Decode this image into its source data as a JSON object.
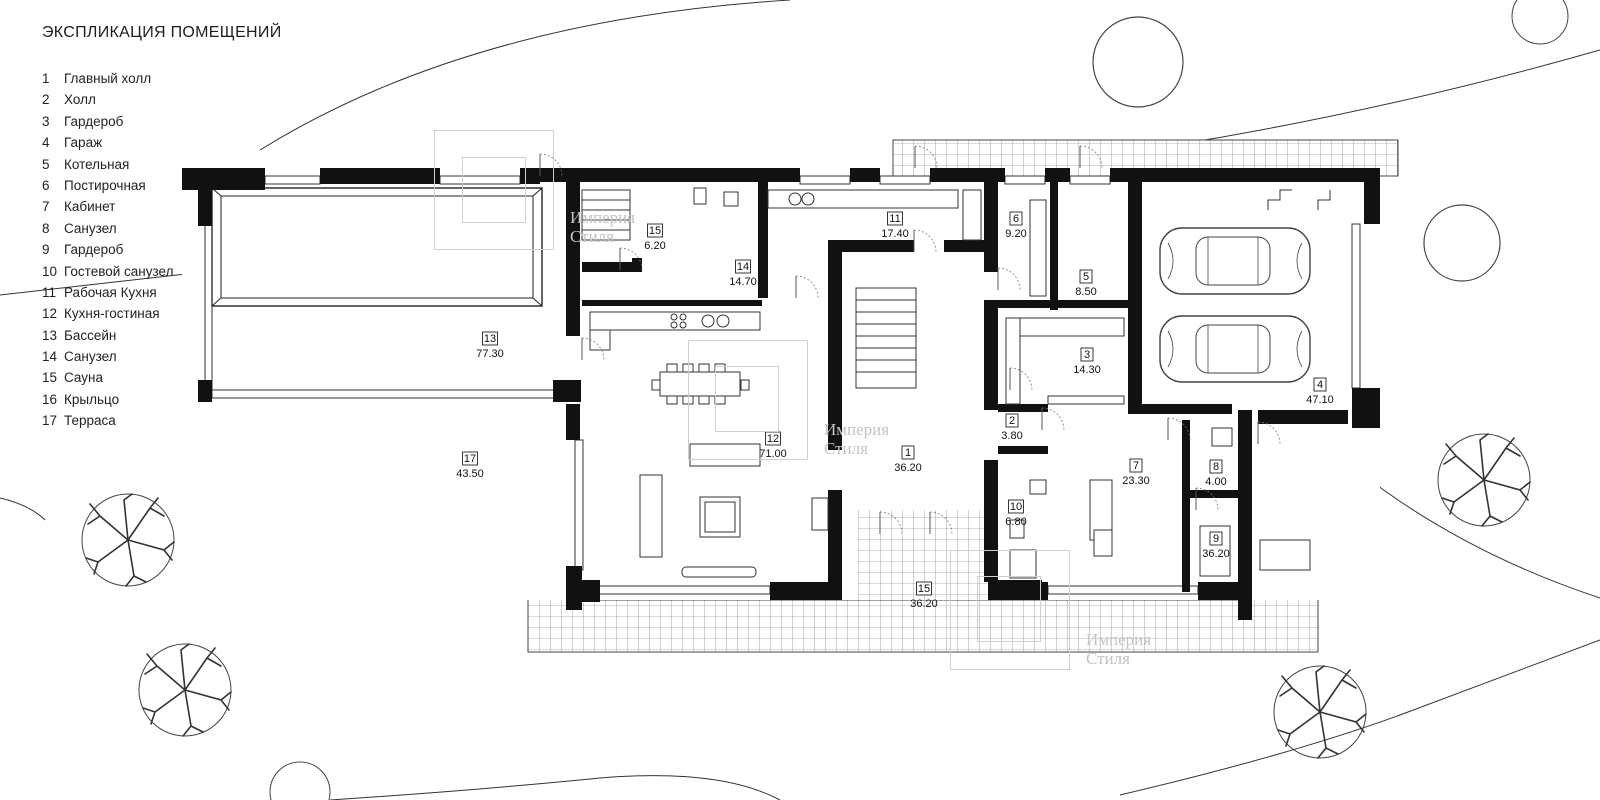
{
  "legend": {
    "title": "ЭКСПЛИКАЦИЯ ПОМЕЩЕНИЙ",
    "items": [
      {
        "num": "1",
        "name": "Главный холл"
      },
      {
        "num": "2",
        "name": "Холл"
      },
      {
        "num": "3",
        "name": "Гардероб"
      },
      {
        "num": "4",
        "name": "Гараж"
      },
      {
        "num": "5",
        "name": "Котельная"
      },
      {
        "num": "6",
        "name": "Постирочная"
      },
      {
        "num": "7",
        "name": "Кабинет"
      },
      {
        "num": "8",
        "name": "Санузел"
      },
      {
        "num": "9",
        "name": "Гардероб"
      },
      {
        "num": "10",
        "name": "Гостевой санузел"
      },
      {
        "num": "11",
        "name": "Рабочая Кухня"
      },
      {
        "num": "12",
        "name": "Кухня-гостиная"
      },
      {
        "num": "13",
        "name": "Бассейн"
      },
      {
        "num": "14",
        "name": "Санузел"
      },
      {
        "num": "15",
        "name": "Сауна"
      },
      {
        "num": "16",
        "name": "Крыльцо"
      },
      {
        "num": "17",
        "name": "Терраса"
      }
    ]
  },
  "rooms": [
    {
      "num": "1",
      "area": "36.20"
    },
    {
      "num": "2",
      "area": "3.80"
    },
    {
      "num": "3",
      "area": "14.30"
    },
    {
      "num": "4",
      "area": "47.10"
    },
    {
      "num": "5",
      "area": "8.50"
    },
    {
      "num": "6",
      "area": "9.20"
    },
    {
      "num": "7",
      "area": "23.30"
    },
    {
      "num": "8",
      "area": "4.00"
    },
    {
      "num": "9",
      "area": "36.20"
    },
    {
      "num": "10",
      "area": "6.80"
    },
    {
      "num": "11",
      "area": "17.40"
    },
    {
      "num": "12",
      "area": "71.00"
    },
    {
      "num": "13",
      "area": "77.30"
    },
    {
      "num": "14",
      "area": "14.70"
    },
    {
      "num": "15",
      "area": "6.20"
    },
    {
      "num": "15",
      "area": "36.20"
    },
    {
      "num": "17",
      "area": "43.50"
    }
  ],
  "watermark": {
    "line1": "Империя",
    "line2": "Стиля"
  }
}
